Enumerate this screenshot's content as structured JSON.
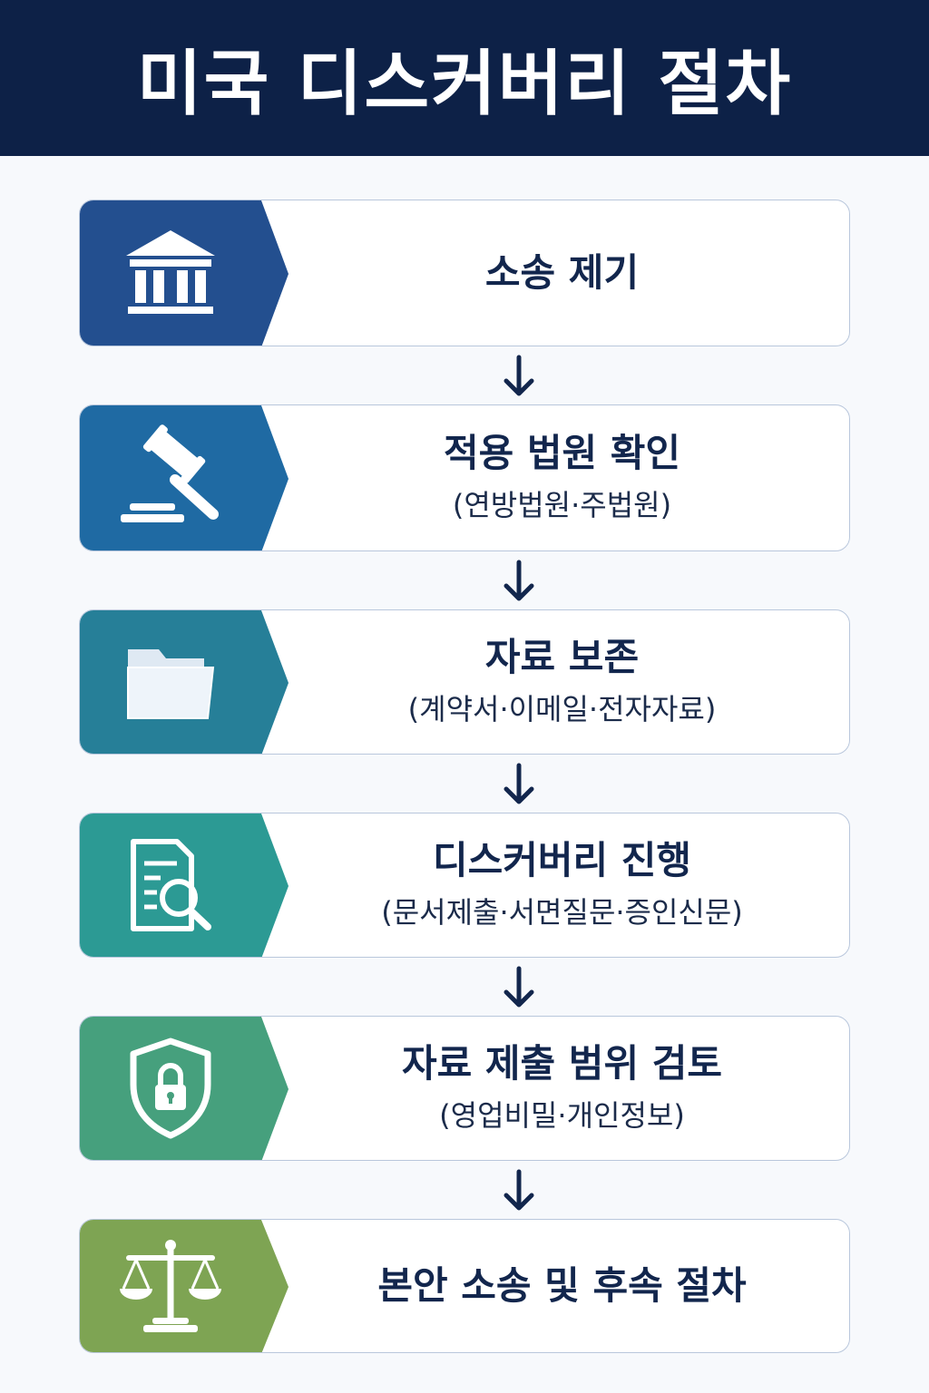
{
  "header": {
    "title": "미국 디스커버리 절차"
  },
  "steps": [
    {
      "title": "소송 제기",
      "subtitle": "",
      "icon": "courthouse-icon",
      "color": "#234f8f"
    },
    {
      "title": "적용 법원 확인",
      "subtitle": "(연방법원·주법원)",
      "icon": "gavel-icon",
      "color": "#1f6aa3"
    },
    {
      "title": "자료 보존",
      "subtitle": "(계약서·이메일·전자자료)",
      "icon": "folder-icon",
      "color": "#267f98"
    },
    {
      "title": "디스커버리 진행",
      "subtitle": "(문서제출·서면질문·증인신문)",
      "icon": "document-search-icon",
      "color": "#2c9a94"
    },
    {
      "title": "자료 제출 범위 검토",
      "subtitle": "(영업비밀·개인정보)",
      "icon": "shield-lock-icon",
      "color": "#46a07d"
    },
    {
      "title": "본안 소송 및 후속 절차",
      "subtitle": "",
      "icon": "scales-icon",
      "color": "#7ea453"
    }
  ]
}
